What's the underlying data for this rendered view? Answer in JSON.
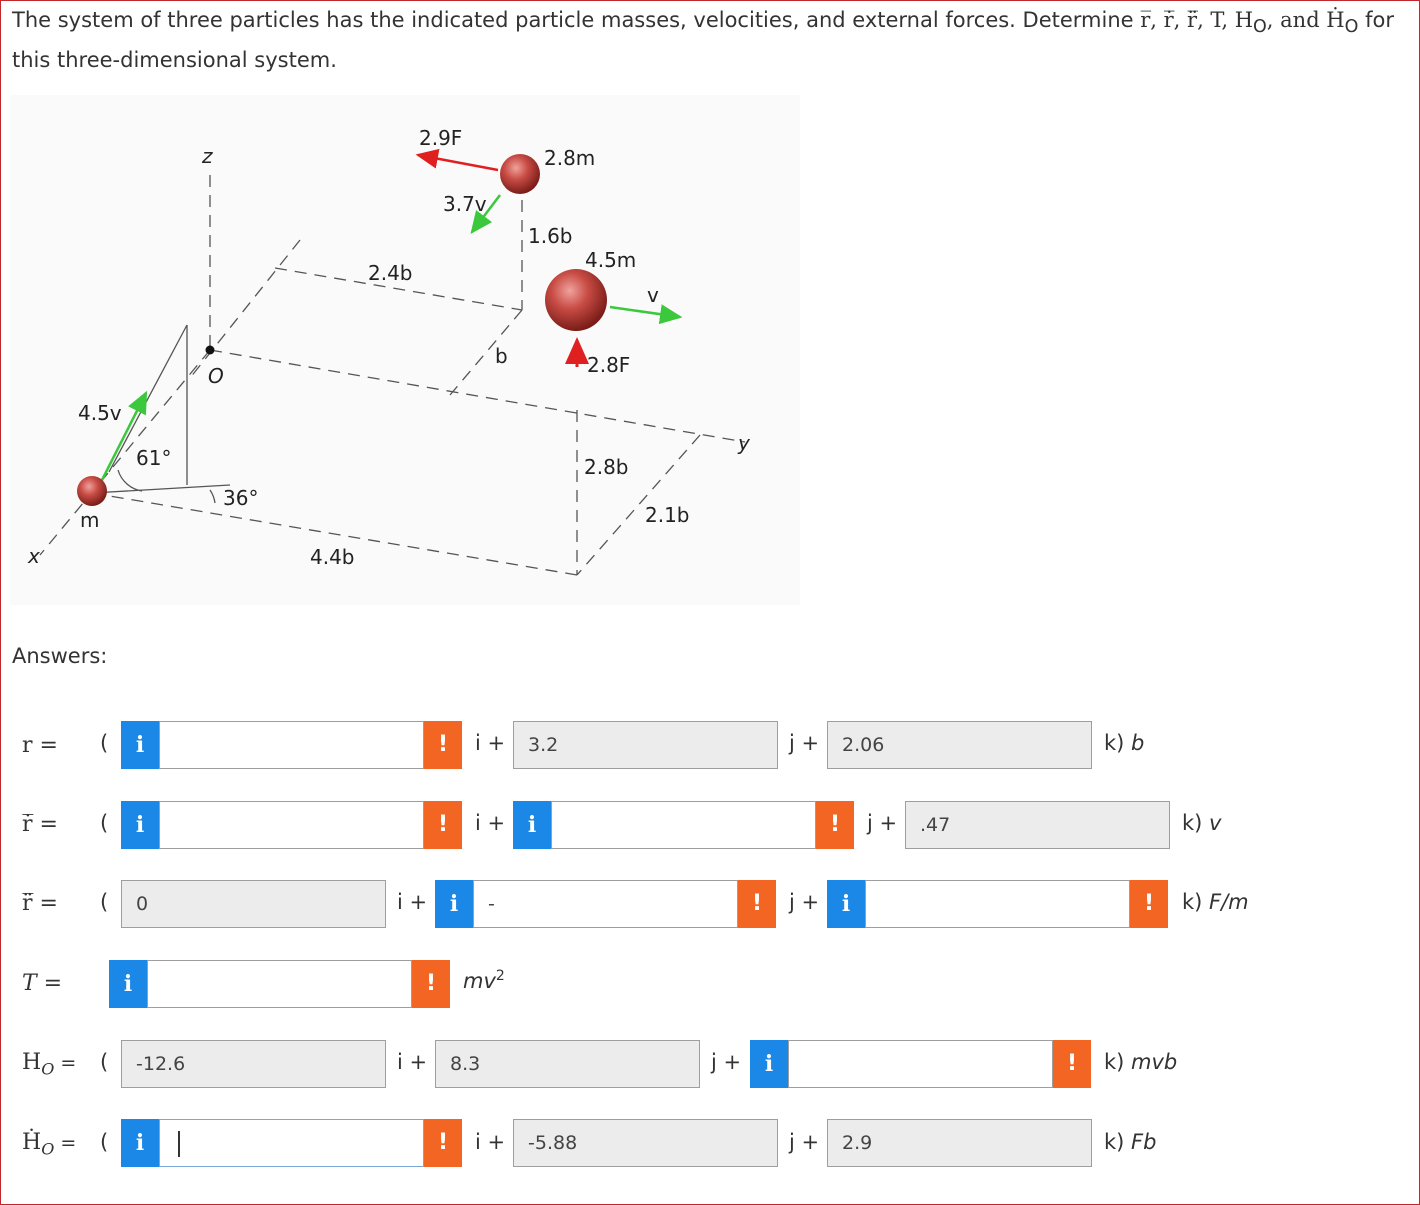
{
  "question": {
    "text_before": "The system of three particles has the indicated particle masses, velocities, and external forces. Determine ",
    "symbols": "r̅, r̅̇, r̅̈, T, H",
    "symbols_sub": "O",
    "and": ", and Ḣ",
    "and_sub": "O",
    "text_after": " for this three-dimensional system."
  },
  "diagram": {
    "labels": {
      "z": "z",
      "x": "x",
      "y": "y",
      "O": "O",
      "F1": "2.9F",
      "m1": "2.8m",
      "v1": "3.7v",
      "d16": "1.6b",
      "m2": "4.5m",
      "v2": "v",
      "F2": "2.8F",
      "b": "b",
      "d24": "2.4b",
      "v3": "4.5v",
      "angle61": "61°",
      "m3": "m",
      "angle36": "36°",
      "d28": "2.8b",
      "d21": "2.1b",
      "d44": "4.4b"
    }
  },
  "answers_label": "Answers:",
  "rows": {
    "r": {
      "label": "r =",
      "i": "i +",
      "j": "j +",
      "f1": "",
      "f2": "3.2",
      "f3": "2.06",
      "unit": "k) ",
      "unit_var": "b"
    },
    "rdot": {
      "label": "r̅̇ =",
      "i": "i +",
      "j": "j +",
      "f1": "",
      "f2": "",
      "f3": ".47",
      "unit": "k) ",
      "unit_var": "v"
    },
    "rddot": {
      "label": "r̅̈ =",
      "i": "i +",
      "j": "j +",
      "f1": "0",
      "f2": "-",
      "f3": "",
      "unit": "k) ",
      "unit_var": "F/m"
    },
    "T": {
      "label": "T =",
      "f1": "",
      "unit_var": "mv",
      "unit_exp": "2"
    },
    "H": {
      "label": "H",
      "label_sub": "O",
      "label_eq": " =",
      "i": "i +",
      "j": "j +",
      "f1": "-12.6",
      "f2": "8.3",
      "f3": "",
      "unit": "k) ",
      "unit_var": "mvb"
    },
    "Hdot": {
      "label": "Ḣ",
      "label_sub": "O",
      "label_eq": " =",
      "i": "i +",
      "j": "j +",
      "f1": "",
      "f2": "-5.88",
      "f3": "2.9",
      "unit": "k) ",
      "unit_var": "Fb"
    }
  },
  "paren": "(",
  "info_glyph": "i",
  "warn_glyph": "!",
  "colors": {
    "border": "#c1272d",
    "info": "#1b87e6",
    "warn": "#f26522",
    "force": "#e02020",
    "velocity": "#3cc83c",
    "particle": "#b83a34"
  }
}
